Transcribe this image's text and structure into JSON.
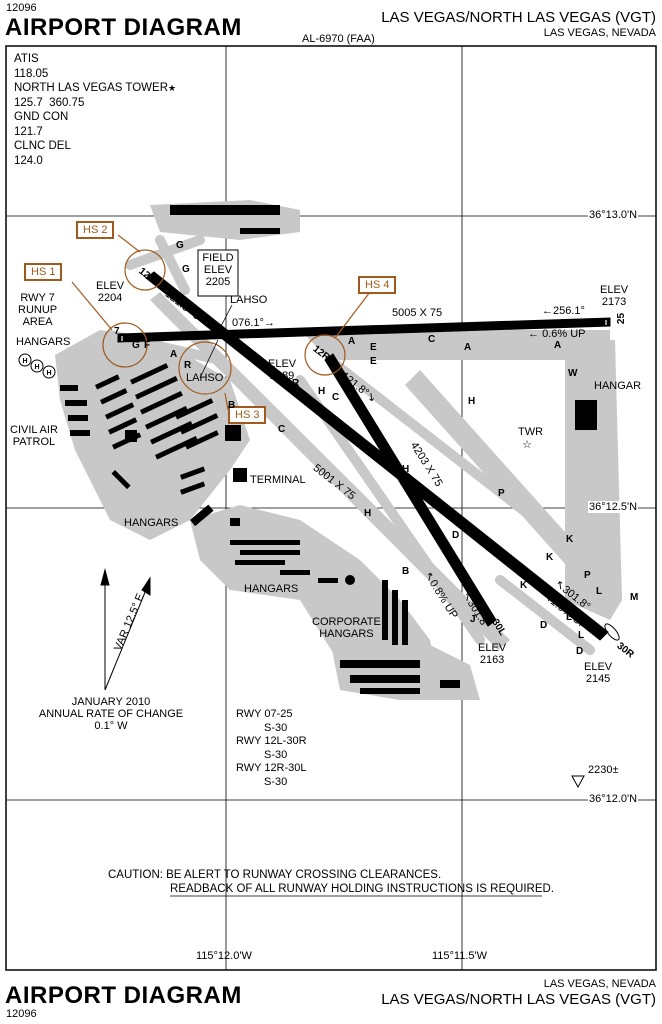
{
  "header": {
    "volume_top": "12096",
    "title_top": "AIRPORT DIAGRAM",
    "airport_name_top": "LAS VEGAS/NORTH LAS VEGAS (VGT)",
    "city_top": "LAS VEGAS, NEVADA",
    "chart_number": "AL-6970 (FAA)"
  },
  "footer": {
    "title_bottom": "AIRPORT DIAGRAM",
    "volume_bottom": "12096",
    "city_bottom": "LAS VEGAS, NEVADA",
    "airport_name_bottom": "LAS VEGAS/NORTH LAS VEGAS (VGT)"
  },
  "frequencies": {
    "atis_label": "ATIS",
    "atis_freq": "118.05",
    "tower_label": "NORTH LAS VEGAS TOWER",
    "tower_star": "★",
    "tower_freq": "125.7  360.75",
    "gnd_label": "GND CON",
    "gnd_freq": "121.7",
    "clnc_label": "CLNC DEL",
    "clnc_freq": "124.0"
  },
  "coordinates": {
    "lat_north": "36°13.0'N",
    "lat_mid": "36°12.5'N",
    "lat_south": "36°12.0'N",
    "lon_west": "115°12.0'W",
    "lon_east": "115°11.5'W"
  },
  "field_elev": {
    "line1": "FIELD",
    "line2": "ELEV",
    "value": "2205"
  },
  "hot_spots": {
    "hs1": "HS 1",
    "hs2": "HS 2",
    "hs3": "HS 3",
    "hs4": "HS 4"
  },
  "runways": {
    "rwy_07_25_dims": "5005 X 75",
    "rwy_07_25_heading_east": "256.1°",
    "rwy_07_25_heading_west": "076.1°",
    "rwy_07_25_slope": "0.6% UP",
    "rwy_07_label": "7",
    "rwy_25_label": "25",
    "rwy_12l_30r_dims": "5001 X 75",
    "rwy_12l_heading": "121.8°",
    "rwy_30r_heading": "301.8°",
    "rwy_30r_slope": "1.0% UP",
    "rwy_12l_label": "12L",
    "rwy_30r_label": "30R",
    "rwy_12r_30l_dims": "4203 X 75",
    "rwy_12r_heading": "121.8°",
    "rwy_30l_heading": "301.8°",
    "rwy_30l_slope": "0.8% UP",
    "rwy_12r_label": "12R",
    "rwy_30l_label": "30L"
  },
  "elevations": {
    "elev_label": "ELEV",
    "rwy7_elev": "2204",
    "rwy25_elev": "2173",
    "rwy12r_elev": "2189",
    "rwy30l_elev": "2163",
    "rwy30r_elev": "2145",
    "obstacle_elev": "2230±"
  },
  "labels": {
    "rwy7_runup_1": "RWY 7",
    "rwy7_runup_2": "RUNUP",
    "rwy7_runup_3": "AREA",
    "hangars_w": "HANGARS",
    "civil_air_1": "CIVIL AIR",
    "civil_air_2": "PATROL",
    "hangars_sw": "HANGARS",
    "hangars_s": "HANGARS",
    "terminal": "TERMINAL",
    "corporate_1": "CORPORATE",
    "corporate_2": "HANGARS",
    "hangar_e": "HANGAR",
    "twr": "TWR",
    "lahso_n": "LAHSO",
    "lahso_c": "LAHSO"
  },
  "taxiways": {
    "A1": "A",
    "A2": "A",
    "A3": "A",
    "A4": "A",
    "B1": "B",
    "B2": "B",
    "C1": "C",
    "C2": "C",
    "C3": "C",
    "D1": "D",
    "D2": "D",
    "D3": "D",
    "D4": "D",
    "E1": "E",
    "E2": "E",
    "F1": "F",
    "G1": "G",
    "G2": "G",
    "G3": "G",
    "H1": "H",
    "H2": "H",
    "H3": "H",
    "H4": "H",
    "J1": "J",
    "K1": "K",
    "K2": "K",
    "K3": "K",
    "L1": "L",
    "L2": "L",
    "L3": "L",
    "M1": "M",
    "P1": "P",
    "P2": "P",
    "W1": "W",
    "R1": "R",
    "Rr1": "R"
  },
  "mag_var": {
    "var": "VAR 12.5° E",
    "date": "JANUARY 2010",
    "rate_label": "ANNUAL RATE OF CHANGE",
    "rate_value": "0.1° W"
  },
  "lahso_table": {
    "r1": "RWY 07-25",
    "r1v": "S-30",
    "r2": "RWY 12L-30R",
    "r2v": "S-30",
    "r3": "RWY 12R-30L",
    "r3v": "S-30"
  },
  "caution": {
    "line1": "CAUTION: BE ALERT TO RUNWAY CROSSING CLEARANCES.",
    "line2": "READBACK OF ALL RUNWAY HOLDING INSTRUCTIONS IS REQUIRED."
  },
  "colors": {
    "apron": "#c8c8c8",
    "runway": "#000000",
    "hotspot": "#a05a1e",
    "grid": "#000000"
  }
}
